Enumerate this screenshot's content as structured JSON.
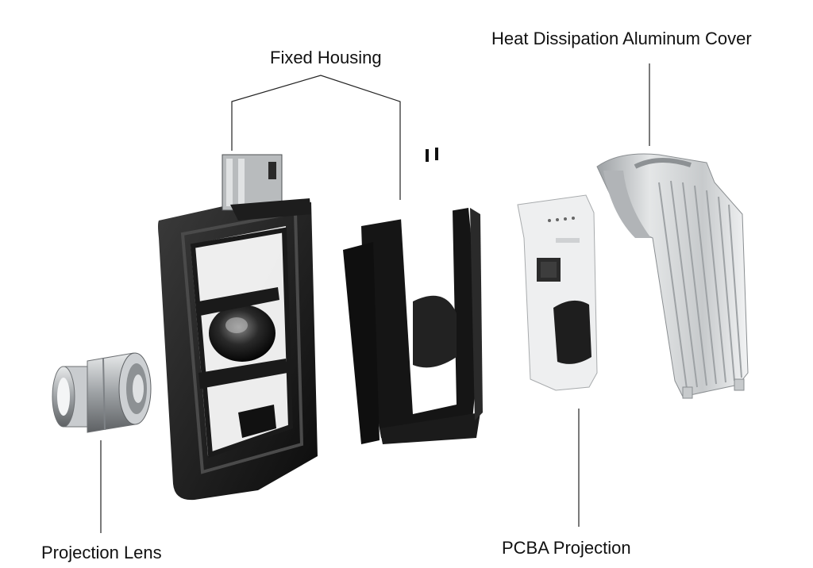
{
  "labels": {
    "fixed_housing": "Fixed Housing",
    "heat_cover": "Heat Dissipation Aluminum Cover",
    "projection_lens": "Projection Lens",
    "pcba": "PCBA Projection"
  },
  "colors": {
    "housing": "#1a1a1a",
    "aluminum": "#cfd2d4",
    "pcb": "#e9eaeb",
    "lens": "#b9bcbf"
  }
}
